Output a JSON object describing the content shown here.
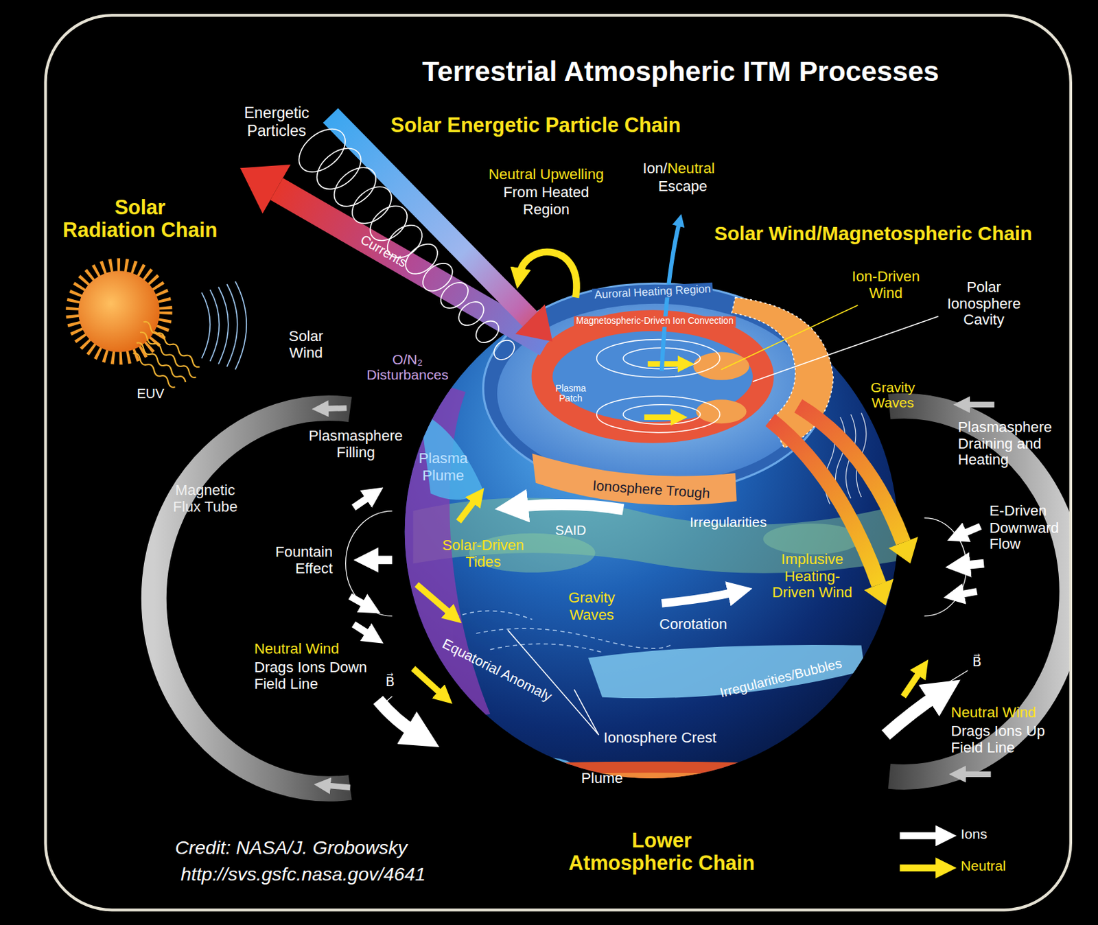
{
  "diagram": {
    "title": "Terrestrial Atmospheric ITM Processes",
    "labels": [
      "Energetic Particles",
      "Solar Energetic Particle Chain",
      "Neutral Upwelling",
      "From Heated Region",
      "Ion/",
      "Neutral",
      "Escape",
      "Solar Radiation Chain",
      "Solar Wind/Magnetospheric Chain",
      "Currents",
      "Ion-Driven Wind",
      "Polar Ionosphere Cavity",
      "Auroral Heating Region",
      "Solar Wind",
      "Magnetospheric-Driven Ion Convection",
      "O/N₂ Disturbances",
      "EUV",
      "Plasma Patch",
      "Gravity Waves",
      "Plasmasphere Filling",
      "Plasmasphere Draining and Heating",
      "Plasma Plume",
      "Magnetic Flux Tube",
      "Ionosphere Trough",
      "E-Driven Downward Flow",
      "SAID",
      "Irregularities",
      "Solar-Driven Tides",
      "Fountain Effect",
      "Implusive Heating-Driven Wind",
      "Gravity Waves",
      "Corotation",
      "Neutral Wind",
      "Drags Ions Down Field Line",
      "B⃗",
      "Equatorial Anomaly",
      "Irregularities/Bubbles",
      "B⃗",
      "Neutral Wind",
      "Drags Ions Up Field Line",
      "Ionosphere Crest",
      "Plume",
      "Lower Atmospheric Chain",
      "Credit: NASA/J. Grobowsky",
      "http://svs.gsfc.nasa.gov/4641"
    ],
    "legend": [
      {
        "text": "Ions"
      },
      {
        "text": "Neutral"
      }
    ]
  }
}
